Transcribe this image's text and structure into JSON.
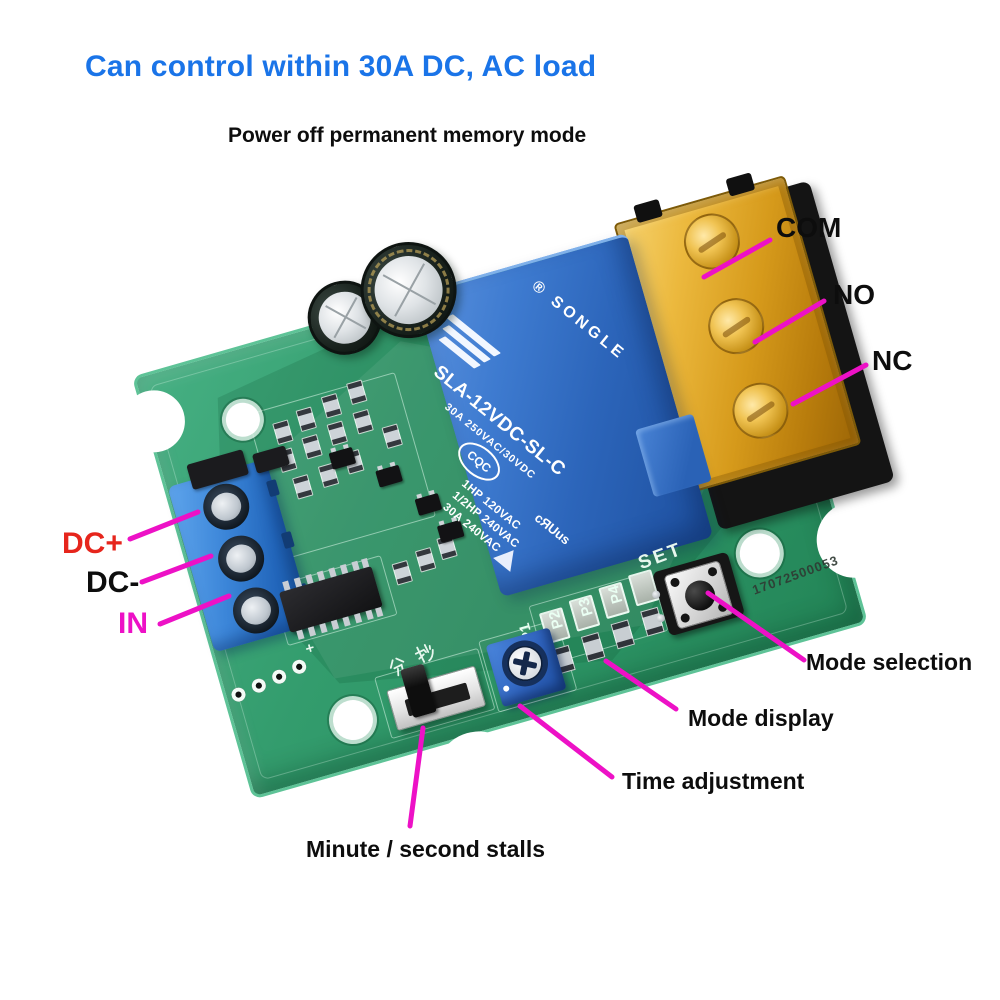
{
  "title": {
    "text": "Can control within 30A DC, AC load",
    "color": "#1a74e8"
  },
  "subtitle": {
    "text": "Power off permanent memory mode"
  },
  "annotations": {
    "com": "COM",
    "no": "NO",
    "nc": "NC",
    "dc_plus": "DC+",
    "dc_minus": "DC-",
    "input": "IN",
    "mode_selection": "Mode selection",
    "mode_display": "Mode display",
    "time_adjustment": "Time adjustment",
    "minute_second_stalls": "Minute / second stalls"
  },
  "board": {
    "serial_number": "17072500053",
    "silkscreen": {
      "set_label": "SET",
      "p_labels": [
        "P1",
        "P2",
        "P3",
        "P4"
      ],
      "plus_mark": "+",
      "minute_char": "分",
      "second_char": "秒"
    },
    "relay": {
      "brand": "SONGLE",
      "registered_mark": "®",
      "model": "SLA-12VDC-SL-C",
      "contact_rating": "30A 250VAC/30VDC",
      "cert_logo": "CQC",
      "power_ratings": [
        "1HP 120VAC",
        "1/2HP 240VAC",
        "30A 240VAC"
      ],
      "ul_mark": "cЯUus"
    }
  },
  "colors": {
    "leader_line": "#ed11c6",
    "title_blue": "#1a74e8",
    "dc_plus_red": "#e6251c",
    "in_magenta": "#ed11c6",
    "board_green": "#2f9868",
    "relay_blue": "#2e6cc0",
    "terminal_amber": "#d99b22"
  }
}
